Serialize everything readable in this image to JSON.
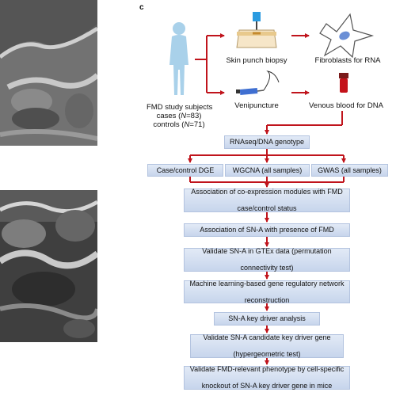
{
  "panel_label": "c",
  "study": {
    "line1": "FMD study subjects",
    "cases_prefix": "cases (",
    "cases_n_symbol": "N",
    "cases_suffix": "=83)",
    "controls_prefix": "controls (",
    "controls_n_symbol": "N",
    "controls_suffix": "=71)"
  },
  "sampling": {
    "skin_biopsy": "Skin punch biopsy",
    "fibroblasts": "Fibroblasts for RNA",
    "venipuncture": "Venipuncture",
    "venous_blood": "Venous blood for DNA"
  },
  "steps": {
    "genotype": "RNAseq/DNA genotype",
    "dge": "Case/control DGE",
    "wgcna": "WGCNA (all samples)",
    "gwas": "GWAS (all samples)",
    "assoc_modules_1": "Association of co-expression modules with FMD",
    "assoc_modules_2": "case/control status",
    "assoc_sna": "Association of SN-A with presence of FMD",
    "gtex_1": "Validate SN-A in GTEx data (permutation",
    "gtex_2": "connectivity test)",
    "ml_1": "Machine learning-based gene regulatory network",
    "ml_2": "reconstruction",
    "kda": "SN-A key driver analysis",
    "hyper_1": "Validate SN-A candidate key driver gene",
    "hyper_2": "(hypergeometric test)",
    "ko_1": "Validate FMD-relevant phenotype by cell-specific",
    "ko_2": "knockout of SN-A key driver gene in mice"
  },
  "colors": {
    "arrow": "#c0141c",
    "box_fill": "#d3def0",
    "box_border": "#b3c3df",
    "person": "#a9d1ea",
    "cell_outline": "#555555",
    "nucleus": "#6b8fd6",
    "blood_tube": "#c4121a"
  },
  "icons": [
    "person-figure-icon",
    "skin-biopsy-icon",
    "fibroblast-cell-icon",
    "syringe-icon",
    "blood-tube-icon"
  ]
}
